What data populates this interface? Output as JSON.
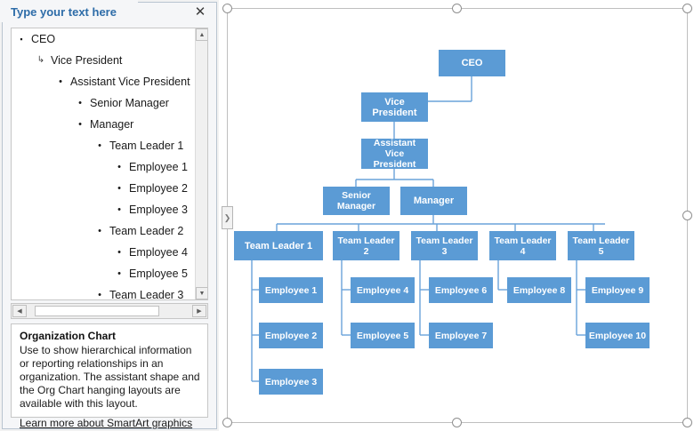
{
  "text_pane": {
    "title": "Type your text here",
    "close_icon": "✕",
    "scroll_up_icon": "▲",
    "scroll_down_icon": "▼",
    "scroll_left_icon": "◀",
    "scroll_right_icon": "▶",
    "bullets": [
      {
        "level": 0,
        "marker": "square",
        "glyph": "▪",
        "text": "CEO"
      },
      {
        "level": 1,
        "marker": "assistant-arrow",
        "glyph": "↳",
        "text": "Vice President"
      },
      {
        "level": 2,
        "marker": "dot",
        "glyph": "•",
        "text": "Assistant Vice President"
      },
      {
        "level": 3,
        "marker": "dot",
        "glyph": "•",
        "text": "Senior Manager"
      },
      {
        "level": 3,
        "marker": "dot",
        "glyph": "•",
        "text": "Manager"
      },
      {
        "level": 4,
        "marker": "dot",
        "glyph": "•",
        "text": "Team Leader 1"
      },
      {
        "level": 5,
        "marker": "dot",
        "glyph": "•",
        "text": "Employee 1"
      },
      {
        "level": 5,
        "marker": "dot",
        "glyph": "•",
        "text": "Employee 2"
      },
      {
        "level": 5,
        "marker": "dot",
        "glyph": "•",
        "text": "Employee 3"
      },
      {
        "level": 4,
        "marker": "dot",
        "glyph": "•",
        "text": "Team Leader 2"
      },
      {
        "level": 5,
        "marker": "dot",
        "glyph": "•",
        "text": "Employee 4"
      },
      {
        "level": 5,
        "marker": "dot",
        "glyph": "•",
        "text": "Employee 5"
      },
      {
        "level": 4,
        "marker": "dot",
        "glyph": "•",
        "text": "Team Leader 3"
      }
    ],
    "description": {
      "title": "Organization Chart",
      "body": "Use to show hierarchical information or reporting relationships in an organization. The assistant shape and the Org Chart hanging layouts are available with this layout.",
      "link": "Learn more about SmartArt graphics"
    }
  },
  "canvas": {
    "pane_toggle_icon": "❯",
    "node_fill": "#5B9BD5",
    "connector_color": "#6AA3DA",
    "nodes": [
      {
        "id": "ceo",
        "label": "CEO"
      },
      {
        "id": "vp",
        "label": "Vice President"
      },
      {
        "id": "avp",
        "label": "Assistant Vice President"
      },
      {
        "id": "sm",
        "label": "Senior Manager"
      },
      {
        "id": "mgr",
        "label": "Manager"
      },
      {
        "id": "tl1",
        "label": "Team Leader 1"
      },
      {
        "id": "tl2",
        "label": "Team Leader 2"
      },
      {
        "id": "tl3",
        "label": "Team Leader 3"
      },
      {
        "id": "tl4",
        "label": "Team Leader 4"
      },
      {
        "id": "tl5",
        "label": "Team Leader 5"
      },
      {
        "id": "e1",
        "label": "Employee 1"
      },
      {
        "id": "e2",
        "label": "Employee 2"
      },
      {
        "id": "e3",
        "label": "Employee 3"
      },
      {
        "id": "e4",
        "label": "Employee 4"
      },
      {
        "id": "e5",
        "label": "Employee 5"
      },
      {
        "id": "e6",
        "label": "Employee 6"
      },
      {
        "id": "e7",
        "label": "Employee 7"
      },
      {
        "id": "e8",
        "label": "Employee 8"
      },
      {
        "id": "e9",
        "label": "Employee 9"
      },
      {
        "id": "e10",
        "label": "Employee 10"
      }
    ]
  }
}
